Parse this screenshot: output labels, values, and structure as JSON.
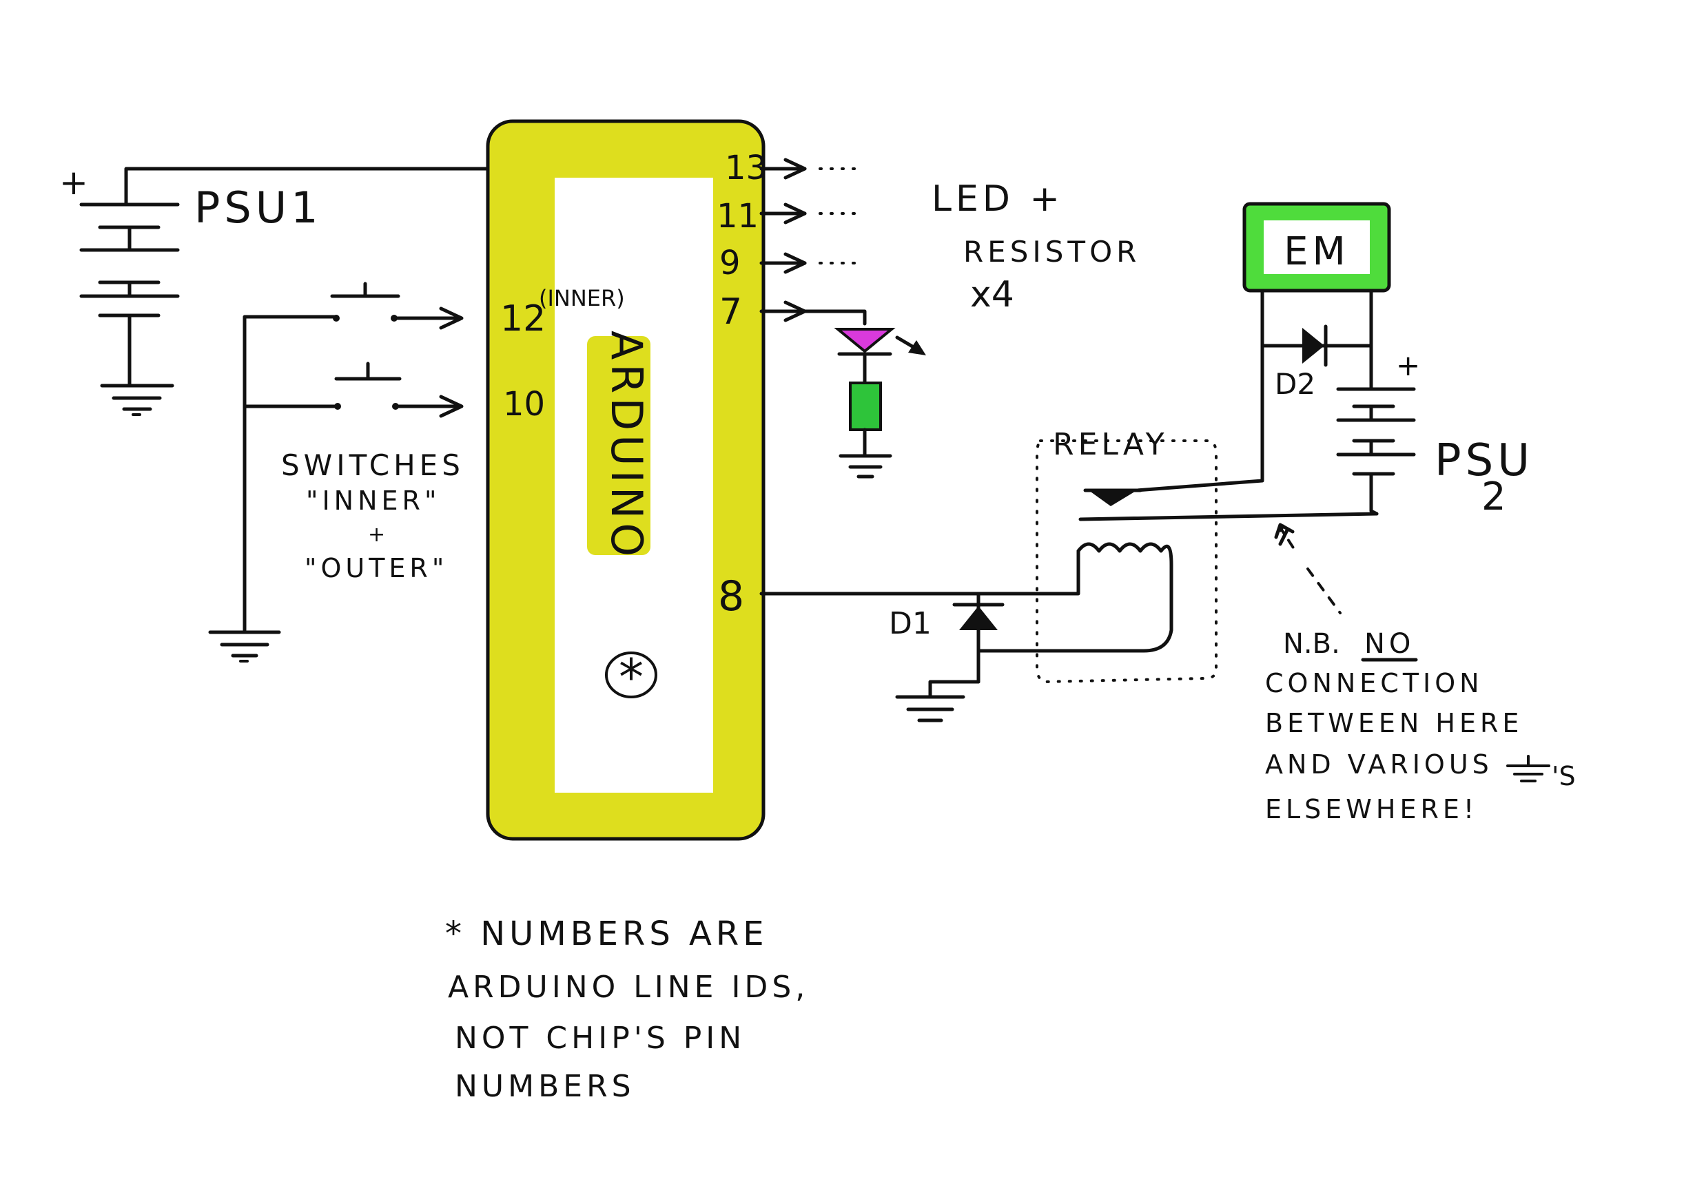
{
  "colors": {
    "ink": "#111111",
    "arduino_fill": "#dede1e",
    "em_fill": "#4fdc3c",
    "resistor_fill": "#2ec43a",
    "led_fill": "#d93adc"
  },
  "psu1": {
    "label": "PSU1",
    "plus": "+"
  },
  "psu2": {
    "label": "PSU",
    "label_num": "2",
    "plus": "+"
  },
  "arduino": {
    "label": "ARDUINO",
    "asterisk": "*",
    "pins": {
      "p13": "13",
      "p11": "11",
      "p9": "9",
      "p7": "7",
      "p12": "12",
      "p10": "10",
      "p8": "8"
    },
    "inner_tag": "(INNER)"
  },
  "led_group": {
    "line1": "LED +",
    "line2": "RESISTOR",
    "line3": "x4"
  },
  "switches": {
    "line1": "SWITCHES",
    "line2": "\"INNER\"",
    "line3": "+",
    "line4": "\"OUTER\""
  },
  "em": {
    "label": "EM"
  },
  "relay": {
    "label": "RELAY"
  },
  "diodes": {
    "d1": "D1",
    "d2": "D2"
  },
  "note_nb": {
    "line1_prefix": "N.B.",
    "line1_emph": "NO",
    "line2": "CONNECTION",
    "line3": "BETWEEN HERE",
    "line4": "AND VARIOUS",
    "line4_suffix": "'S",
    "line5": "ELSEWHERE!"
  },
  "note_numbers": {
    "line1": "* NUMBERS ARE",
    "line2": "ARDUINO LINE IDS,",
    "line3": "NOT CHIP'S PIN",
    "line4": "NUMBERS"
  }
}
